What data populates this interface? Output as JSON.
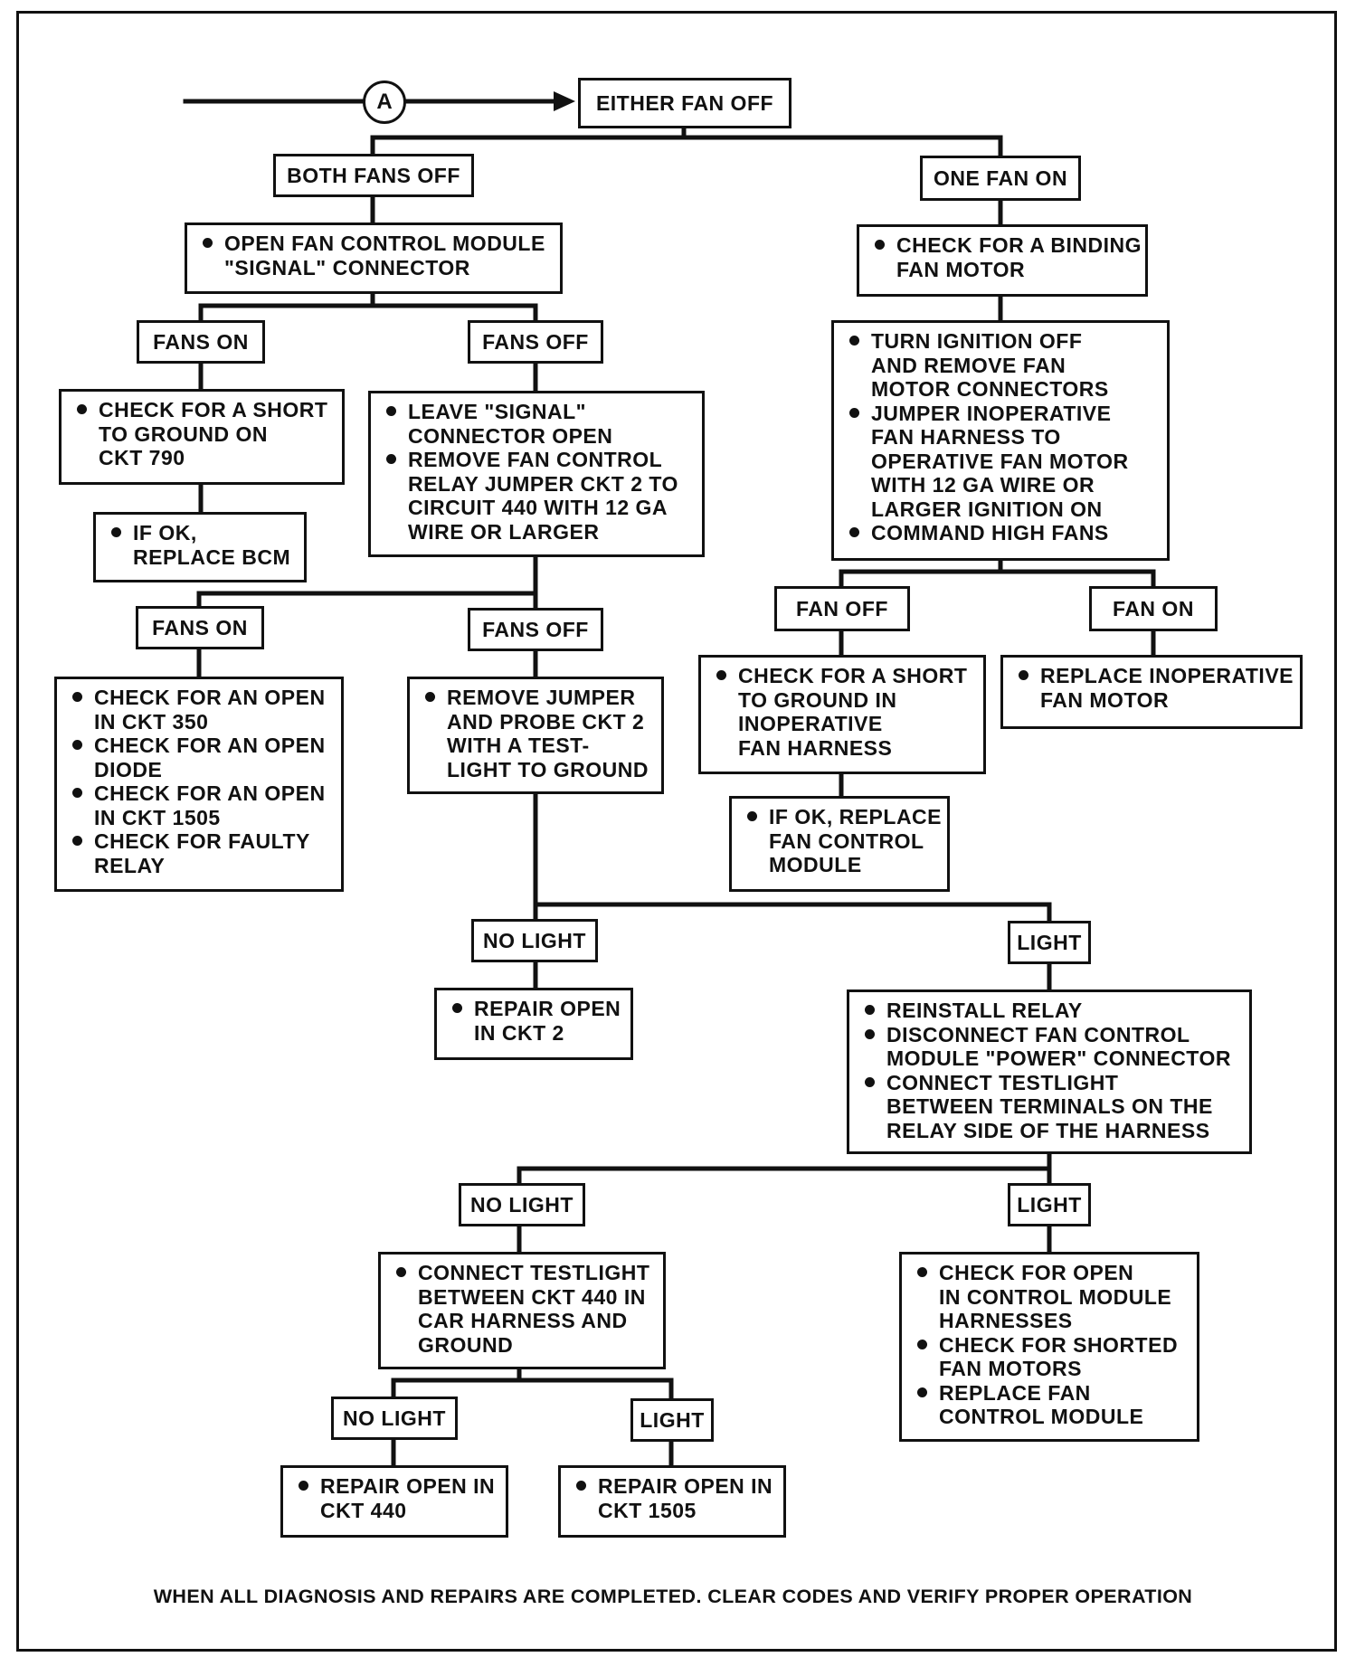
{
  "entry_connector": "A",
  "nodes": {
    "either_fan_off": "EITHER FAN OFF",
    "both_fans_off": "BOTH FANS OFF",
    "one_fan_on": "ONE FAN ON",
    "open_signal": [
      "OPEN FAN CONTROL MODULE",
      "\"SIGNAL\" CONNECTOR"
    ],
    "check_binding": [
      "CHECK FOR A BINDING",
      "FAN MOTOR"
    ],
    "fans_on_1": "FANS ON",
    "fans_off_1": "FANS OFF",
    "turn_ignition": [
      [
        "TURN IGNITION OFF",
        "AND REMOVE FAN",
        "MOTOR CONNECTORS"
      ],
      [
        "JUMPER INOPERATIVE",
        "FAN HARNESS TO",
        "OPERATIVE FAN MOTOR",
        "WITH 12 GA WIRE OR",
        "LARGER IGNITION ON"
      ],
      [
        "COMMAND HIGH FANS"
      ]
    ],
    "check_short_790": [
      "CHECK FOR A SHORT",
      "TO GROUND ON",
      "CKT 790"
    ],
    "leave_signal": [
      [
        "LEAVE \"SIGNAL\"",
        "CONNECTOR OPEN"
      ],
      [
        "REMOVE FAN CONTROL",
        "RELAY JUMPER CKT  2 TO",
        "CIRCUIT 440 WITH 12 GA",
        "WIRE OR LARGER"
      ]
    ],
    "replace_bcm": [
      "IF OK,",
      "REPLACE BCM"
    ],
    "fan_off": "FAN OFF",
    "fan_on": "FAN ON",
    "fans_on_2": "FANS ON",
    "fans_off_2": "FANS OFF",
    "check_short_harness": [
      "CHECK FOR A SHORT",
      "TO GROUND IN",
      "INOPERATIVE",
      "FAN HARNESS"
    ],
    "replace_inoperative": [
      "REPLACE INOPERATIVE",
      "FAN MOTOR"
    ],
    "check_open_list": [
      [
        "CHECK FOR AN OPEN",
        "IN CKT 350"
      ],
      [
        "CHECK FOR AN OPEN",
        "DIODE"
      ],
      [
        "CHECK FOR AN OPEN",
        "IN CKT 1505"
      ],
      [
        "CHECK FOR FAULTY",
        "RELAY"
      ]
    ],
    "remove_jumper": [
      "REMOVE JUMPER",
      "AND PROBE CKT 2",
      "WITH A TEST-",
      "LIGHT TO GROUND"
    ],
    "replace_fcm": [
      "IF OK, REPLACE",
      "FAN CONTROL",
      "MODULE"
    ],
    "no_light_1": "NO LIGHT",
    "light_1": "LIGHT",
    "repair_ckt2": [
      "REPAIR OPEN",
      "IN CKT 2"
    ],
    "reinstall_relay": [
      [
        "REINSTALL RELAY"
      ],
      [
        "DISCONNECT FAN CONTROL",
        "MODULE \"POWER\" CONNECTOR"
      ],
      [
        "CONNECT TESTLIGHT",
        "BETWEEN TERMINALS ON THE",
        "RELAY SIDE OF THE HARNESS"
      ]
    ],
    "no_light_2": "NO LIGHT",
    "light_2": "LIGHT",
    "connect_testlight_440": [
      "CONNECT TESTLIGHT",
      "BETWEEN CKT 440 IN",
      "CAR HARNESS AND",
      "GROUND"
    ],
    "check_open_control": [
      [
        "CHECK FOR OPEN",
        "IN CONTROL MODULE",
        "HARNESSES"
      ],
      [
        "CHECK FOR SHORTED",
        "FAN MOTORS"
      ],
      [
        "REPLACE FAN",
        "CONTROL MODULE"
      ]
    ],
    "no_light_3": "NO LIGHT",
    "light_3": "LIGHT",
    "repair_ckt440": [
      "REPAIR OPEN IN",
      "CKT 440"
    ],
    "repair_ckt1505": [
      "REPAIR OPEN IN",
      "CKT 1505"
    ]
  },
  "footer": "WHEN ALL DIAGNOSIS AND REPAIRS ARE COMPLETED. CLEAR CODES AND VERIFY PROPER OPERATION"
}
